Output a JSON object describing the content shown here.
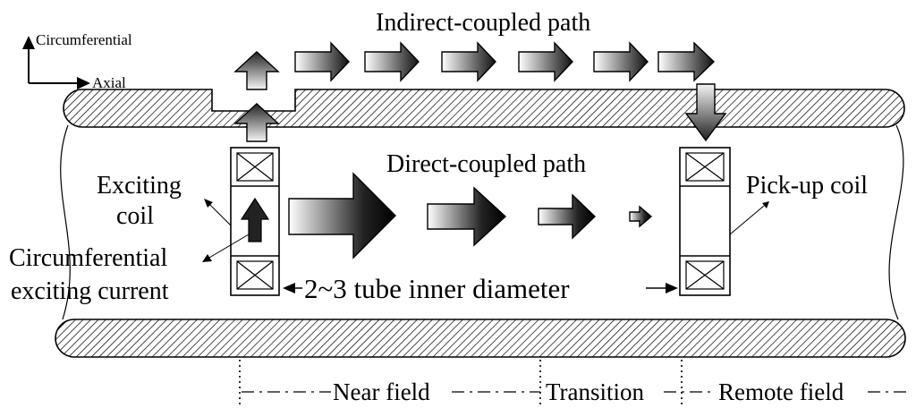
{
  "title": "Indirect-coupled path",
  "axes": {
    "vertical_label": "Circumferential",
    "horizontal_label": "Axial"
  },
  "paths": {
    "direct": "Direct-coupled path"
  },
  "coils": {
    "exciting_line1": "Exciting",
    "exciting_line2": "coil",
    "current_line1": "Circumferential",
    "current_line2": "exciting current",
    "pickup": "Pick-up coil"
  },
  "spacing_label": "2~3 tube inner diameter",
  "zones": {
    "near": "Near field",
    "transition": "Transition",
    "remote": "Remote field"
  },
  "icons": [
    "arrow-icon",
    "coil-cross-icon"
  ]
}
